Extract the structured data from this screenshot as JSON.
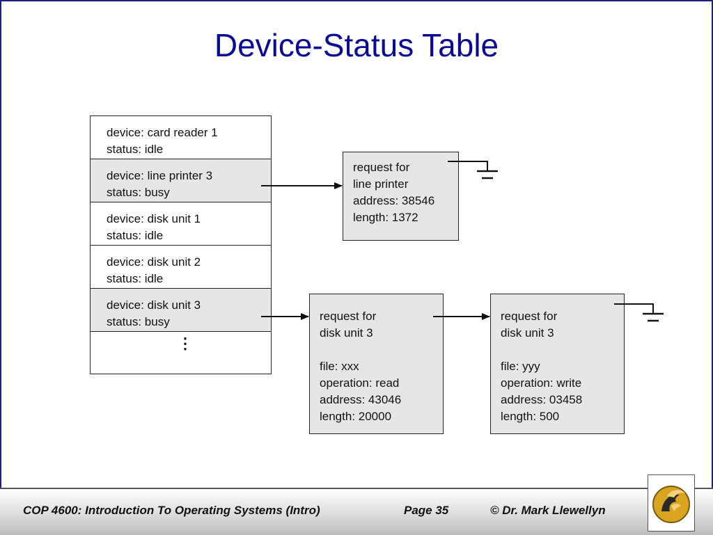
{
  "slide": {
    "title": "Device-Status Table"
  },
  "device_table": {
    "rows": [
      {
        "device": "device: card reader 1",
        "status": "status: idle"
      },
      {
        "device": "device: line printer 3",
        "status": "status: busy"
      },
      {
        "device": "device: disk unit 1",
        "status": "status: idle"
      },
      {
        "device": "device: disk unit 2",
        "status": "status: idle"
      },
      {
        "device": "device: disk unit 3",
        "status": "status: busy"
      }
    ],
    "ellipsis": "⋮"
  },
  "requests": {
    "printer": {
      "lines": [
        "request for",
        "line printer",
        "address: 38546",
        "length: 1372"
      ]
    },
    "disk_first": {
      "header": [
        "request for",
        "disk unit 3"
      ],
      "details": [
        "file: xxx",
        "operation: read",
        "address: 43046",
        "length: 20000"
      ]
    },
    "disk_second": {
      "header": [
        "request for",
        "disk unit 3"
      ],
      "details": [
        "file: yyy",
        "operation: write",
        "address: 03458",
        "length: 500"
      ]
    }
  },
  "footer": {
    "course": "COP 4600: Introduction To Operating Systems (Intro)",
    "page": "Page 35",
    "author": "© Dr. Mark Llewellyn"
  },
  "colors": {
    "title": "#0a0a96",
    "shaded_fill": "#e6e6e6",
    "logo_gold": "#d9a521"
  },
  "icons": {
    "logo": "pegasus-logo-icon",
    "null_terminator": "ground-symbol-icon"
  }
}
